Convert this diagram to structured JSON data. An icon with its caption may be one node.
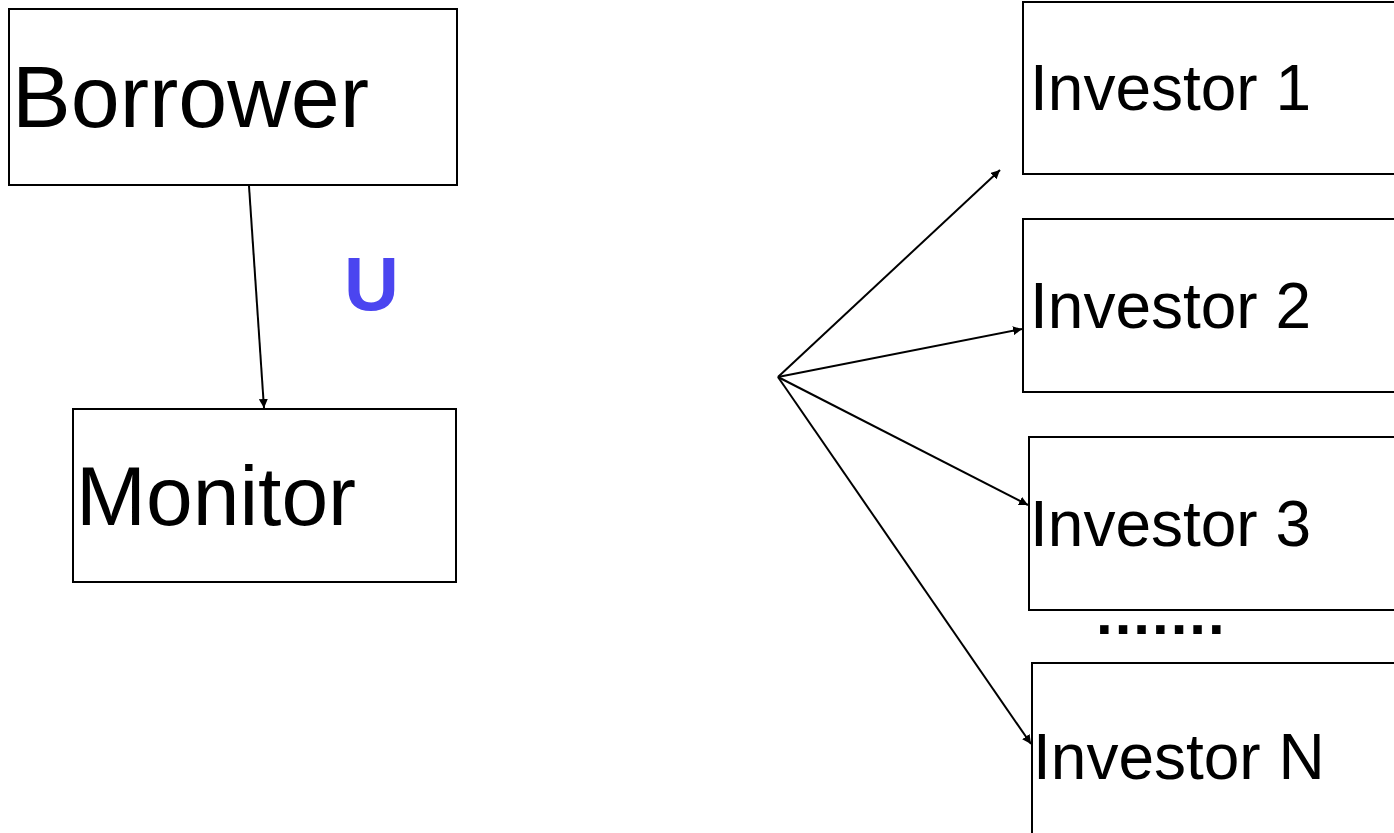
{
  "diagram": {
    "nodes": [
      {
        "text": [
          "Borrower"
        ]
      },
      {
        "text": [
          "Monitor"
        ]
      },
      {
        "text": [
          "Investor 1"
        ]
      },
      {
        "text": [
          "Investor 2"
        ]
      },
      {
        "text": [
          "Investor 3"
        ]
      },
      {
        "text": [
          "Investor N"
        ]
      }
    ],
    "edges": [
      {
        "from": 0,
        "to": 1,
        "arrow": "to",
        "label": "U"
      },
      {
        "from": null,
        "to": 2,
        "arrow": "to"
      },
      {
        "from": null,
        "to": 3,
        "arrow": "to"
      },
      {
        "from": null,
        "to": 4,
        "arrow": "to"
      },
      {
        "from": null,
        "to": 5,
        "arrow": "to"
      }
    ],
    "labels": [
      "......."
    ]
  }
}
